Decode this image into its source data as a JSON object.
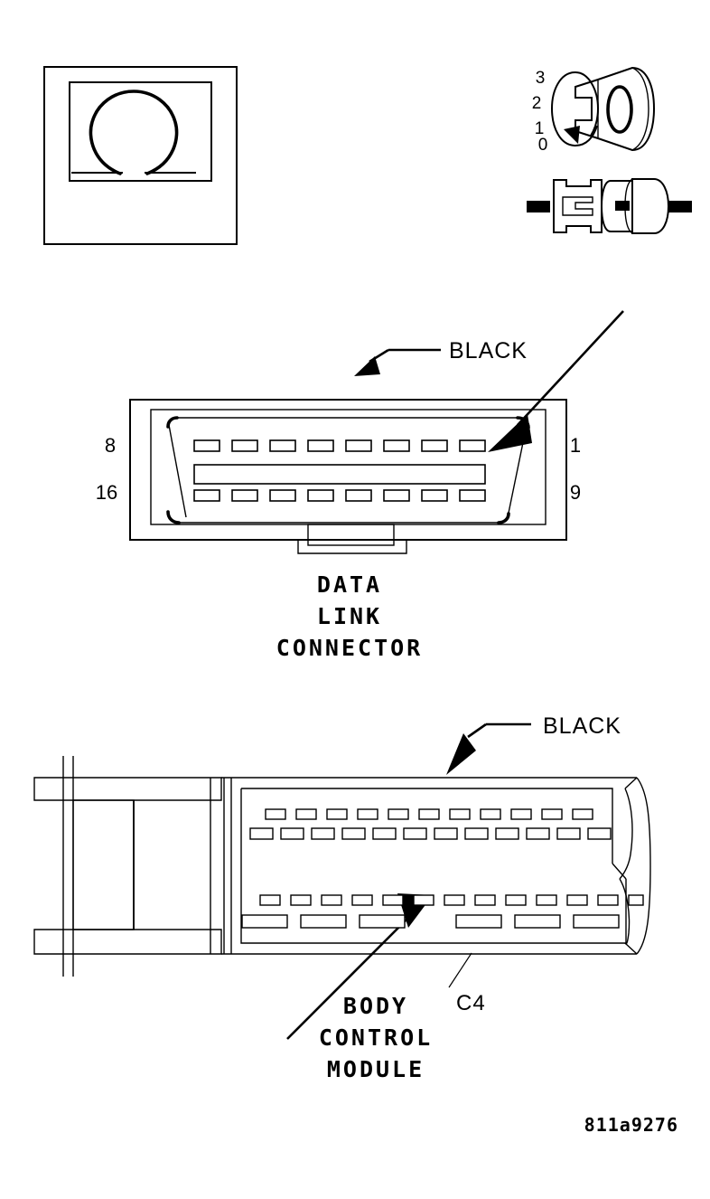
{
  "figure": {
    "id_label": "811a9276",
    "line_color": "#000000",
    "background": "#ffffff"
  },
  "ohm_symbol_box": {
    "name": "ohmmeter-symbol",
    "glyph": "omega"
  },
  "connector_key_icon": {
    "name": "connector-keying-icon",
    "scale_labels": [
      "3",
      "2",
      "1",
      "0"
    ]
  },
  "data_link_connector": {
    "title_lines": [
      "DATA",
      "LINK",
      "CONNECTOR"
    ],
    "color_label": "BLACK",
    "pin_numbers": {
      "top_left": "8",
      "bottom_left": "16",
      "top_right": "1",
      "bottom_right": "9"
    },
    "cavity_counts": {
      "top_row": 8,
      "bottom_row": 8
    },
    "callout_target": "pin-1"
  },
  "body_control_module": {
    "title_lines": [
      "BODY",
      "CONTROL",
      "MODULE"
    ],
    "color_label": "BLACK",
    "connector_id": "C4",
    "cavity_counts": {
      "row_1": 11,
      "row_2": 12,
      "row_3": 13,
      "row_4": 6
    }
  }
}
